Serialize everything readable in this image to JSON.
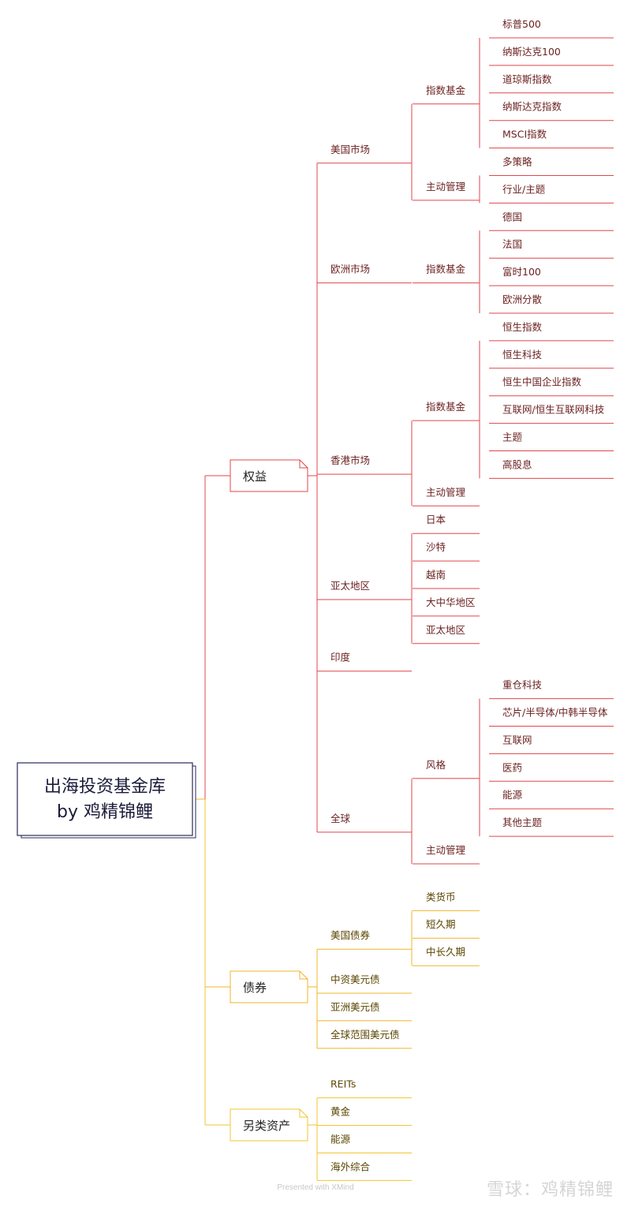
{
  "colors": {
    "equity": "#e0474c",
    "bonds": "#f0b429",
    "alt": "#f2c530",
    "root_border": "#2a2a5a",
    "text_dark_red": "#6b1f1f",
    "text_dark_yellow": "#5a4500"
  },
  "root": {
    "line1": "出海投资基金库",
    "line2": "by 鸡精锦鲤"
  },
  "branches": [
    {
      "label": "权益",
      "color_key": "equity",
      "children": [
        {
          "label": "美国市场",
          "children": [
            {
              "label": "指数基金",
              "children": [
                "标普500",
                "纳斯达克100",
                "道琼斯指数",
                "纳斯达克指数",
                "MSCI指数"
              ]
            },
            {
              "label": "主动管理",
              "children": [
                "多策略",
                "行业/主题"
              ]
            }
          ]
        },
        {
          "label": "欧洲市场",
          "children": [
            {
              "label": "指数基金",
              "children": [
                "德国",
                "法国",
                "富时100",
                "欧洲分散"
              ]
            }
          ]
        },
        {
          "label": "香港市场",
          "children": [
            {
              "label": "指数基金",
              "children": [
                "恒生指数",
                "恒生科技",
                "恒生中国企业指数",
                "互联网/恒生互联网科技",
                "主题",
                "高股息"
              ]
            },
            {
              "label": "主动管理",
              "children": []
            }
          ]
        },
        {
          "label": "亚太地区",
          "children": [
            {
              "label": "日本",
              "children": []
            },
            {
              "label": "沙特",
              "children": []
            },
            {
              "label": "越南",
              "children": []
            },
            {
              "label": "大中华地区",
              "children": []
            },
            {
              "label": "亚太地区",
              "children": []
            }
          ]
        },
        {
          "label": "印度",
          "children": []
        },
        {
          "label": "全球",
          "children": [
            {
              "label": "风格",
              "children": [
                "重仓科技",
                "芯片/半导体/中韩半导体",
                "互联网",
                "医药",
                "能源",
                "其他主题"
              ]
            },
            {
              "label": "主动管理",
              "children": []
            }
          ]
        }
      ]
    },
    {
      "label": "债券",
      "color_key": "bonds",
      "children": [
        {
          "label": "美国债券",
          "children": [
            {
              "label": "类货币",
              "children": []
            },
            {
              "label": "短久期",
              "children": []
            },
            {
              "label": "中长久期",
              "children": []
            }
          ]
        },
        {
          "label": "中资美元债",
          "children": []
        },
        {
          "label": "亚洲美元债",
          "children": []
        },
        {
          "label": "全球范围美元债",
          "children": []
        }
      ]
    },
    {
      "label": "另类资产",
      "color_key": "alt",
      "children": [
        {
          "label": "REITs",
          "children": []
        },
        {
          "label": "黄金",
          "children": []
        },
        {
          "label": "能源",
          "children": []
        },
        {
          "label": "海外综合",
          "children": []
        }
      ]
    }
  ],
  "footer": "Presented with XMind",
  "watermark": "雪球：鸡精锦鲤"
}
